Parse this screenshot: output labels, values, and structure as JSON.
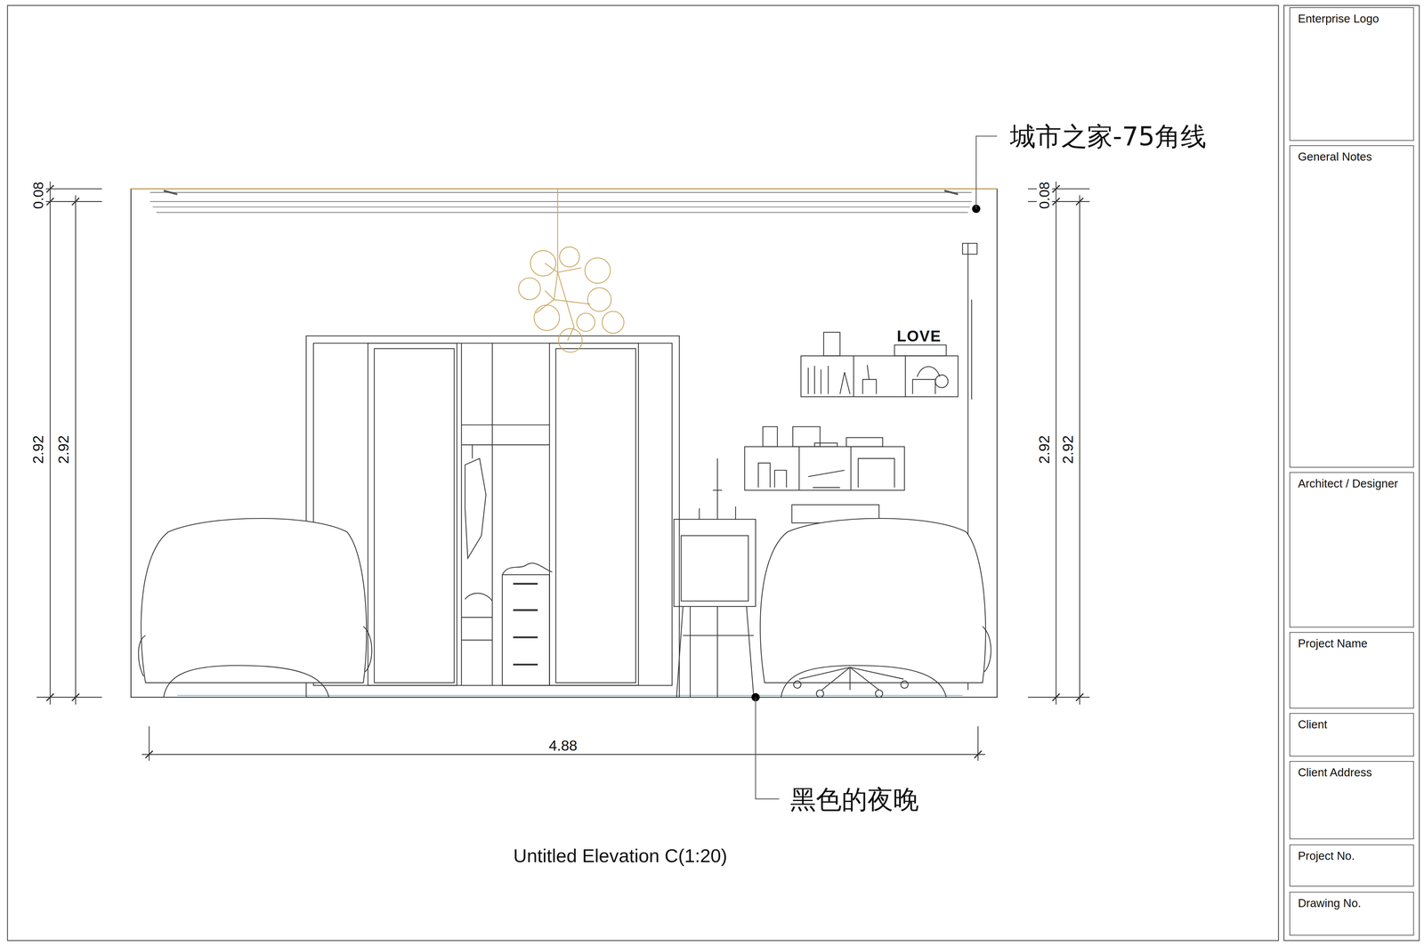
{
  "diagram": {
    "caption": "Untitled Elevation C(1:20)",
    "nodes": [
      {
        "text": [
          "Enterprise Logo"
        ]
      },
      {
        "text": [
          "General Notes"
        ]
      },
      {
        "text": [
          "Architect / Designer"
        ]
      },
      {
        "text": [
          "Project Name"
        ]
      },
      {
        "text": [
          "Client"
        ]
      },
      {
        "text": [
          "Client Address"
        ]
      },
      {
        "text": [
          "Project No."
        ]
      },
      {
        "text": [
          "Drawing No."
        ]
      }
    ],
    "labels": [
      "城市之家-75角线",
      "LOVE",
      "0.08",
      "0.08",
      "2.92",
      "2.92",
      "2.92",
      "2.92",
      "4.88",
      "黑色的夜晚"
    ]
  }
}
